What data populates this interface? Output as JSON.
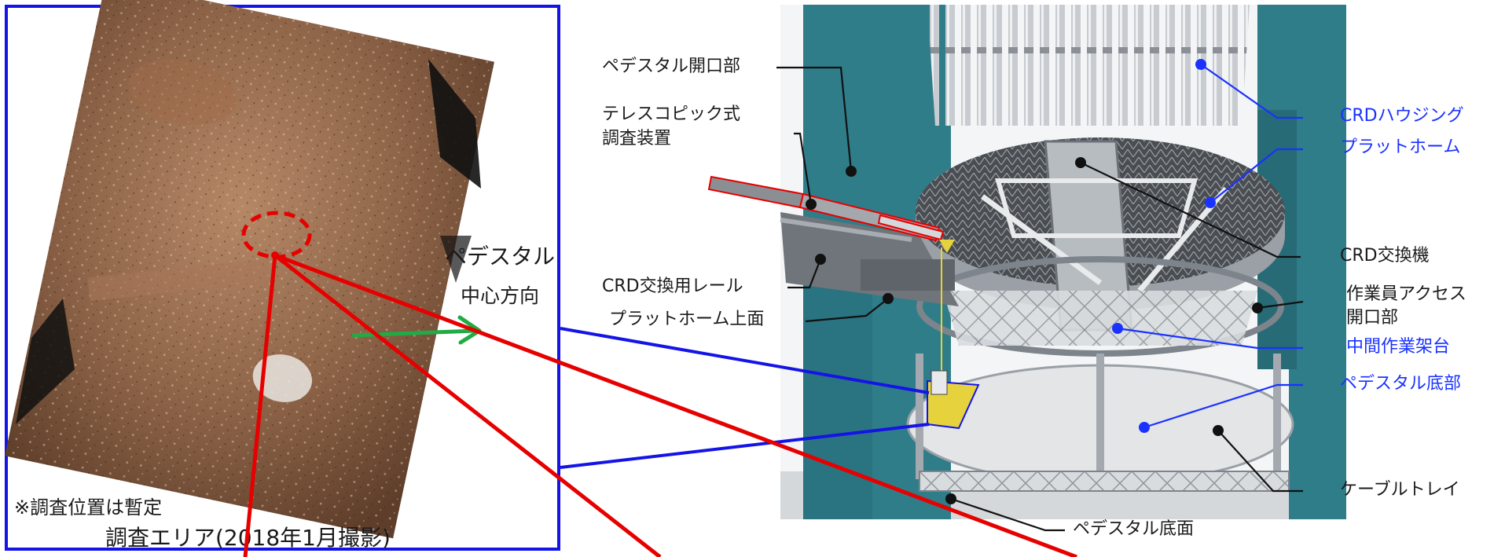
{
  "inset": {
    "area_caption": "調査エリア(2018年1月撮影)",
    "note": "※調査位置は暫定",
    "direction_line1": "ペデスタル",
    "direction_line2": "中心方向"
  },
  "labels": {
    "pedestal_opening": "ペデスタル開口部",
    "telescopic_line1": "テレスコピック式",
    "telescopic_line2": "調査装置",
    "crd_rail": "CRD交換用レール",
    "platform_top": "プラットホーム上面",
    "crd_housing": "CRDハウジング",
    "platform": "プラットホーム",
    "crd_exchanger": "CRD交換機",
    "worker_access_line1": "作業員アクセス",
    "worker_access_line2": "開口部",
    "intermediate_scaffold": "中間作業架台",
    "pedestal_bottom": "ペデスタル底部",
    "cable_tray": "ケーブルトレイ",
    "pedestal_floor": "ペデスタル底面"
  },
  "colors": {
    "frame_blue": "#1414e6",
    "callout_red": "#e60000",
    "arrow_green": "#22aa44",
    "blue_label": "#1a32ff",
    "pedestal_teal": "#2f7d89",
    "highlight_yellow": "#e6d23c"
  }
}
